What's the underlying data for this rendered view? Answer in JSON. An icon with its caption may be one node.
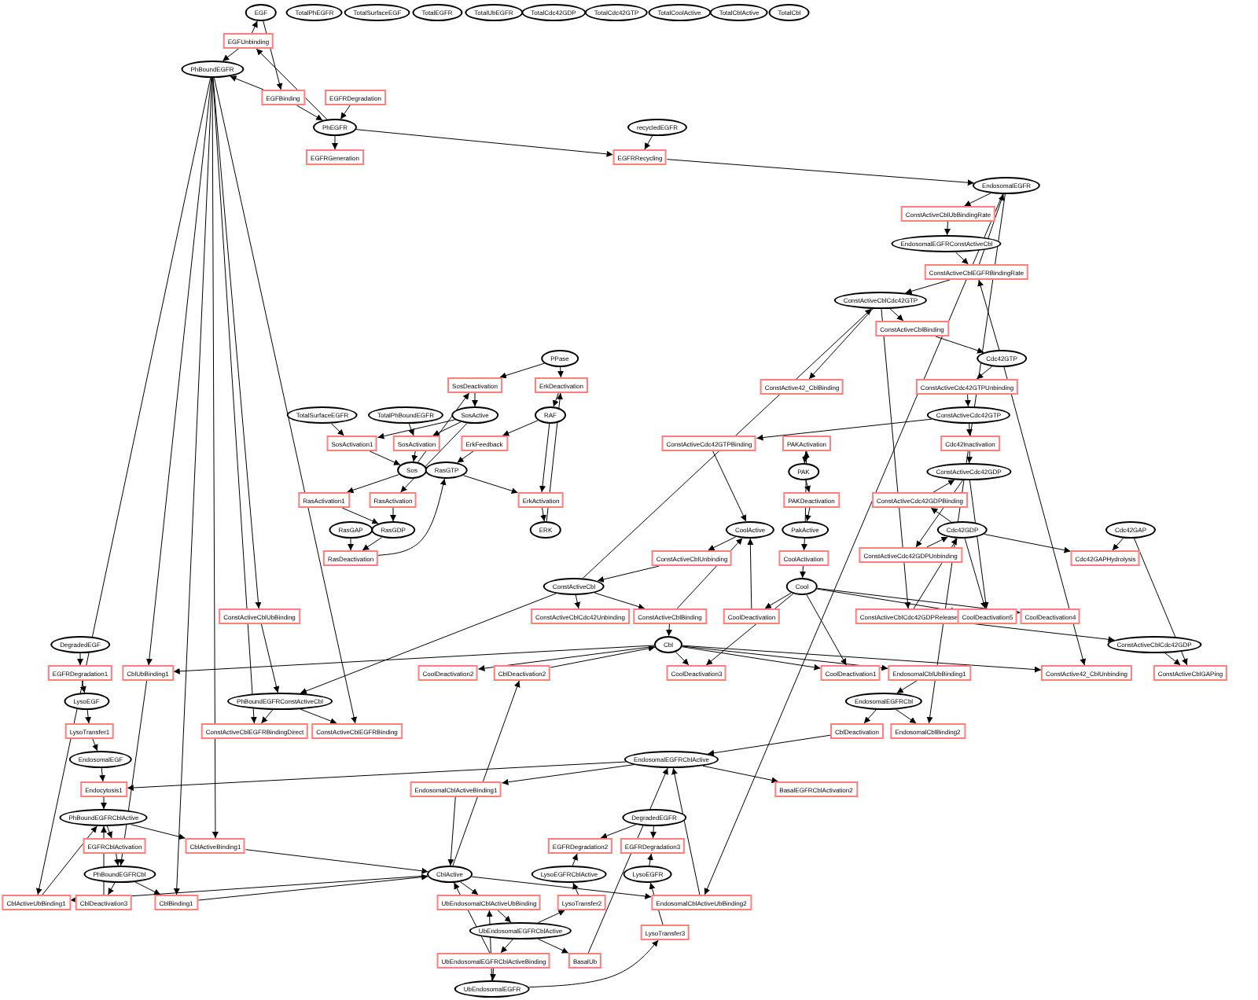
{
  "diagram": {
    "nodes": [
      {
        "text": [
          "EGF"
        ]
      },
      {
        "text": [
          "TotalPhEGFR"
        ]
      },
      {
        "text": [
          "TotalSurfaceEGF"
        ]
      },
      {
        "text": [
          "TotalEGFR"
        ]
      },
      {
        "text": [
          "TotalUbEGFR"
        ]
      },
      {
        "text": [
          "TotalCdc42GDP"
        ]
      },
      {
        "text": [
          "TotalCdc42GTP"
        ]
      },
      {
        "text": [
          "TotalCoolActive"
        ]
      },
      {
        "text": [
          "TotalCblActive"
        ]
      },
      {
        "text": [
          "TotalCbl"
        ]
      },
      {
        "text": [
          "EGFUnbinding"
        ]
      },
      {
        "text": [
          "PhBoundEGFR"
        ]
      },
      {
        "text": [
          "EGFBinding"
        ]
      },
      {
        "text": [
          "EGFRDegradation"
        ]
      },
      {
        "text": [
          "PhEGFR"
        ]
      },
      {
        "text": [
          "EGFRGeneration"
        ]
      },
      {
        "text": [
          "recycledEGFR"
        ]
      },
      {
        "text": [
          "EGFRRecycling"
        ]
      },
      {
        "text": [
          "EndosomalEGFR"
        ]
      },
      {
        "text": [
          "ConstActiveCblUbBindingRate"
        ]
      },
      {
        "text": [
          "EndosomalEGFRConstActiveCbl"
        ]
      },
      {
        "text": [
          "ConstActiveCblEGFRBindingRate"
        ]
      },
      {
        "text": [
          "ConstActiveCblCdc42GTP"
        ]
      },
      {
        "text": [
          "ConstActiveCblBinding"
        ]
      },
      {
        "text": [
          "PPase"
        ]
      },
      {
        "text": [
          "Cdc42GTP"
        ]
      },
      {
        "text": [
          "SosDeactivation"
        ]
      },
      {
        "text": [
          "ErkDeactivation"
        ]
      },
      {
        "text": [
          "ConstActive42_CblBinding"
        ]
      },
      {
        "text": [
          "ConstActiveCdc42GTPUnbinding"
        ]
      },
      {
        "text": [
          "TotalSurfaceEGFR"
        ]
      },
      {
        "text": [
          "TotalPhBoundEGFR"
        ]
      },
      {
        "text": [
          "SosActive"
        ]
      },
      {
        "text": [
          "RAF"
        ]
      },
      {
        "text": [
          "ConstActiveCdc42GTP"
        ]
      },
      {
        "text": [
          "SosActivation1"
        ]
      },
      {
        "text": [
          "SosActivation"
        ]
      },
      {
        "text": [
          "ErkFeedback"
        ]
      },
      {
        "text": [
          "ConstActiveCdc42GTPBinding"
        ]
      },
      {
        "text": [
          "PAKActivation"
        ]
      },
      {
        "text": [
          "Cdc42Inactivation"
        ]
      },
      {
        "text": [
          "Sos"
        ]
      },
      {
        "text": [
          "RasGTP"
        ]
      },
      {
        "text": [
          "PAK"
        ]
      },
      {
        "text": [
          "ConstActiveCdc42GDP"
        ]
      },
      {
        "text": [
          "RasActivation1"
        ]
      },
      {
        "text": [
          "RasActivation"
        ]
      },
      {
        "text": [
          "ErkActivation"
        ]
      },
      {
        "text": [
          "PAKDeactivation"
        ]
      },
      {
        "text": [
          "ConstActiveCdc42GDPBinding"
        ]
      },
      {
        "text": [
          "RasGAP"
        ]
      },
      {
        "text": [
          "RasGDP"
        ]
      },
      {
        "text": [
          "ERK"
        ]
      },
      {
        "text": [
          "CoolActive"
        ]
      },
      {
        "text": [
          "PakActive"
        ]
      },
      {
        "text": [
          "Cdc42GDP"
        ]
      },
      {
        "text": [
          "Cdc42GAP"
        ]
      },
      {
        "text": [
          "RasDeactivation"
        ]
      },
      {
        "text": [
          "ConstActiveCblUnbinding"
        ]
      },
      {
        "text": [
          "CoolActivation"
        ]
      },
      {
        "text": [
          "ConstActiveCdc42GDPUnbinding"
        ]
      },
      {
        "text": [
          "Cdc42GAPHydrolysis"
        ]
      },
      {
        "text": [
          "ConstActiveCbl"
        ]
      },
      {
        "text": [
          "Cool"
        ]
      },
      {
        "text": [
          "ConstActiveCblUbBinding"
        ]
      },
      {
        "text": [
          "ConstActiveCblCdc42Unbinding"
        ]
      },
      {
        "text": [
          "ConstActiveCblBinding"
        ]
      },
      {
        "text": [
          "CoolDeactivation"
        ]
      },
      {
        "text": [
          "ConstActiveCblCdc42GDPRelease"
        ]
      },
      {
        "text": [
          "CoolDeactivation5"
        ]
      },
      {
        "text": [
          "CoolDeactivation4"
        ]
      },
      {
        "text": [
          "DegradedEGF"
        ]
      },
      {
        "text": [
          "Cbl"
        ]
      },
      {
        "text": [
          "ConstActiveCblCdc42GDP"
        ]
      },
      {
        "text": [
          "EGFRDegradation1"
        ]
      },
      {
        "text": [
          "CblUbBinding1"
        ]
      },
      {
        "text": [
          "CoolDeactivation2"
        ]
      },
      {
        "text": [
          "CblDeactivation2"
        ]
      },
      {
        "text": [
          "CoolDeactivation3"
        ]
      },
      {
        "text": [
          "CoolDeactivation1"
        ]
      },
      {
        "text": [
          "EndosomalCblUbBinding1"
        ]
      },
      {
        "text": [
          "ConstActive42_CblUnbinding"
        ]
      },
      {
        "text": [
          "ConstActiveCblGAPing"
        ]
      },
      {
        "text": [
          "LysoEGF"
        ]
      },
      {
        "text": [
          "PhBoundEGFRConstActiveCbl"
        ]
      },
      {
        "text": [
          "EndosomalEGFRCbl"
        ]
      },
      {
        "text": [
          "LysoTransfer1"
        ]
      },
      {
        "text": [
          "ConstActiveCblEGFRBindingDirect"
        ]
      },
      {
        "text": [
          "ConstActiveCblEGFRBinding"
        ]
      },
      {
        "text": [
          "CblDeactivation"
        ]
      },
      {
        "text": [
          "EndosomalCblBinding2"
        ]
      },
      {
        "text": [
          "EndosomalEGF"
        ]
      },
      {
        "text": [
          "EndosomalEGFRCblActive"
        ]
      },
      {
        "text": [
          "Endocytosis1"
        ]
      },
      {
        "text": [
          "EndosomalCblActiveBinding1"
        ]
      },
      {
        "text": [
          "BasalEGFRCblActivation2"
        ]
      },
      {
        "text": [
          "PhBoundEGFRCblActive"
        ]
      },
      {
        "text": [
          "DegradedEGFR"
        ]
      },
      {
        "text": [
          "EGFRCblActivation"
        ]
      },
      {
        "text": [
          "CblActiveBinding1"
        ]
      },
      {
        "text": [
          "EGFRDegradation2"
        ]
      },
      {
        "text": [
          "EGFRDegradation3"
        ]
      },
      {
        "text": [
          "PhBoundEGFRCbl"
        ]
      },
      {
        "text": [
          "CblActive"
        ]
      },
      {
        "text": [
          "LysoEGFRCblActive"
        ]
      },
      {
        "text": [
          "LysoEGFR"
        ]
      },
      {
        "text": [
          "CblActiveUbBinding1"
        ]
      },
      {
        "text": [
          "CblDeactivation3"
        ]
      },
      {
        "text": [
          "CblBinding1"
        ]
      },
      {
        "text": [
          "UbEndosomalCblActiveUbBinding"
        ]
      },
      {
        "text": [
          "LysoTransfer2"
        ]
      },
      {
        "text": [
          "EndosomalCblActiveUbBinding2"
        ]
      },
      {
        "text": [
          "UbEndosomalEGFRCblActive"
        ]
      },
      {
        "text": [
          "LysoTransfer3"
        ]
      },
      {
        "text": [
          "UbEndosomalEGFRCblActiveBinding"
        ]
      },
      {
        "text": [
          "BasalUb"
        ]
      },
      {
        "text": [
          "UbEndosomalEGFR"
        ]
      }
    ],
    "edges": [
      {
        "from": 10,
        "to": 11,
        "arrow": "to"
      },
      {
        "from": 10,
        "to": 0,
        "arrow": "to"
      },
      {
        "from": 14,
        "to": 10,
        "arrow": "to"
      },
      {
        "from": 0,
        "to": 12,
        "arrow": "to"
      },
      {
        "from": 12,
        "to": 11,
        "arrow": "to"
      },
      {
        "from": 12,
        "to": 14,
        "arrow": "to"
      },
      {
        "from": 13,
        "to": 14,
        "arrow": "to"
      },
      {
        "from": 14,
        "to": 15,
        "arrow": "to"
      },
      {
        "from": 14,
        "to": 17,
        "arrow": "to"
      },
      {
        "from": 16,
        "to": 17,
        "arrow": "to"
      },
      {
        "from": 17,
        "to": 18,
        "arrow": "to"
      },
      {
        "from": 18,
        "to": 19,
        "arrow": "to"
      },
      {
        "from": 19,
        "to": 20,
        "arrow": "to"
      },
      {
        "from": 20,
        "to": 21,
        "arrow": "to"
      },
      {
        "from": 21,
        "to": 18,
        "arrow": "to"
      },
      {
        "from": 21,
        "to": 22,
        "arrow": "to"
      },
      {
        "from": 25,
        "to": 21,
        "arrow": "to"
      },
      {
        "from": 22,
        "to": 23,
        "arrow": "to"
      },
      {
        "from": 23,
        "to": 25,
        "arrow": "to"
      },
      {
        "from": 25,
        "to": 29,
        "arrow": "to"
      },
      {
        "from": 29,
        "to": 34,
        "arrow": "to"
      },
      {
        "from": 34,
        "to": 40,
        "arrow": "to"
      },
      {
        "from": 40,
        "to": 44,
        "arrow": "to"
      },
      {
        "from": 55,
        "to": 49,
        "arrow": "to"
      },
      {
        "from": 49,
        "to": 44,
        "arrow": "to"
      },
      {
        "from": 44,
        "to": 60,
        "arrow": "to"
      },
      {
        "from": 60,
        "to": 55,
        "arrow": "to"
      },
      {
        "from": 55,
        "to": 61,
        "arrow": "to"
      },
      {
        "from": 56,
        "to": 61,
        "arrow": "to"
      },
      {
        "from": 68,
        "to": 55,
        "arrow": "to"
      },
      {
        "from": 68,
        "to": 73,
        "arrow": "to"
      },
      {
        "from": 73,
        "to": 82,
        "arrow": "to"
      },
      {
        "from": 56,
        "to": 82,
        "arrow": "to"
      },
      {
        "from": 22,
        "to": 28,
        "arrow": "to"
      },
      {
        "from": 34,
        "to": 38,
        "arrow": "to"
      },
      {
        "from": 38,
        "to": 53,
        "arrow": "to"
      },
      {
        "from": 39,
        "to": 43,
        "arrow": "to"
      },
      {
        "from": 43,
        "to": 48,
        "arrow": "to"
      },
      {
        "from": 48,
        "to": 54,
        "arrow": "to"
      },
      {
        "from": 54,
        "to": 39,
        "arrow": "to"
      },
      {
        "from": 54,
        "to": 59,
        "arrow": "to"
      },
      {
        "from": 59,
        "to": 63,
        "arrow": "to"
      },
      {
        "from": 53,
        "to": 58,
        "arrow": "to"
      },
      {
        "from": 58,
        "to": 62,
        "arrow": "to"
      },
      {
        "from": 62,
        "to": 65,
        "arrow": "to"
      },
      {
        "from": 62,
        "to": 66,
        "arrow": "to"
      },
      {
        "from": 66,
        "to": 53,
        "arrow": "to"
      },
      {
        "from": 63,
        "to": 67,
        "arrow": "to"
      },
      {
        "from": 67,
        "to": 53,
        "arrow": "to"
      },
      {
        "from": 62,
        "to": 22,
        "arrow": "to"
      },
      {
        "from": 63,
        "to": 78,
        "arrow": "to"
      },
      {
        "from": 63,
        "to": 79,
        "arrow": "to"
      },
      {
        "from": 63,
        "to": 69,
        "arrow": "to"
      },
      {
        "from": 63,
        "to": 70,
        "arrow": "to"
      },
      {
        "from": 72,
        "to": 78,
        "arrow": "to"
      },
      {
        "from": 72,
        "to": 76,
        "arrow": "to"
      },
      {
        "from": 72,
        "to": 79,
        "arrow": "to"
      },
      {
        "from": 72,
        "to": 81,
        "arrow": "to"
      },
      {
        "from": 72,
        "to": 75,
        "arrow": "to"
      },
      {
        "from": 66,
        "to": 72,
        "arrow": "to"
      },
      {
        "from": 103,
        "to": 77,
        "arrow": "to"
      },
      {
        "from": 77,
        "to": 72,
        "arrow": "to"
      },
      {
        "from": 75,
        "to": 102,
        "arrow": "to"
      },
      {
        "from": 71,
        "to": 74,
        "arrow": "to"
      },
      {
        "from": 74,
        "to": 83,
        "arrow": "to"
      },
      {
        "from": 83,
        "to": 86,
        "arrow": "to"
      },
      {
        "from": 86,
        "to": 91,
        "arrow": "to"
      },
      {
        "from": 91,
        "to": 93,
        "arrow": "to"
      },
      {
        "from": 93,
        "to": 96,
        "arrow": "to"
      },
      {
        "from": 92,
        "to": 93,
        "arrow": "to"
      },
      {
        "from": 96,
        "to": 98,
        "arrow": "to"
      },
      {
        "from": 98,
        "to": 102,
        "arrow": "to"
      },
      {
        "from": 96,
        "to": 99,
        "arrow": "to"
      },
      {
        "from": 99,
        "to": 103,
        "arrow": "to"
      },
      {
        "from": 102,
        "to": 107,
        "arrow": "to"
      },
      {
        "from": 102,
        "to": 108,
        "arrow": "to"
      },
      {
        "from": 107,
        "to": 96,
        "arrow": "to"
      },
      {
        "from": 106,
        "to": 96,
        "arrow": "to"
      },
      {
        "from": 103,
        "to": 106,
        "arrow": "to"
      },
      {
        "from": 108,
        "to": 103,
        "arrow": "to"
      },
      {
        "from": 11,
        "to": 106,
        "arrow": "to"
      },
      {
        "from": 11,
        "to": 75,
        "arrow": "to"
      },
      {
        "from": 11,
        "to": 108,
        "arrow": "to"
      },
      {
        "from": 11,
        "to": 99,
        "arrow": "to"
      },
      {
        "from": 11,
        "to": 64,
        "arrow": "to"
      },
      {
        "from": 11,
        "to": 88,
        "arrow": "to"
      },
      {
        "from": 11,
        "to": 87,
        "arrow": "to"
      },
      {
        "from": 64,
        "to": 84,
        "arrow": "to"
      },
      {
        "from": 84,
        "to": 87,
        "arrow": "to"
      },
      {
        "from": 84,
        "to": 88,
        "arrow": "to"
      },
      {
        "from": 62,
        "to": 84,
        "arrow": "to"
      },
      {
        "from": 30,
        "to": 35,
        "arrow": "to"
      },
      {
        "from": 31,
        "to": 36,
        "arrow": "to"
      },
      {
        "from": 32,
        "to": 35,
        "arrow": "to"
      },
      {
        "from": 32,
        "to": 36,
        "arrow": "to"
      },
      {
        "from": 35,
        "to": 41,
        "arrow": "to"
      },
      {
        "from": 36,
        "to": 41,
        "arrow": "to"
      },
      {
        "from": 24,
        "to": 26,
        "arrow": "to"
      },
      {
        "from": 26,
        "to": 32,
        "arrow": "to"
      },
      {
        "from": 41,
        "to": 26,
        "arrow": "to"
      },
      {
        "from": 33,
        "to": 37,
        "arrow": "to"
      },
      {
        "from": 37,
        "to": 42,
        "arrow": "to"
      },
      {
        "from": 41,
        "to": 45,
        "arrow": "to"
      },
      {
        "from": 32,
        "to": 46,
        "arrow": "to"
      },
      {
        "from": 45,
        "to": 51,
        "arrow": "to"
      },
      {
        "from": 46,
        "to": 51,
        "arrow": "to"
      },
      {
        "from": 51,
        "to": 57,
        "arrow": "to"
      },
      {
        "from": 50,
        "to": 57,
        "arrow": "to"
      },
      {
        "from": 57,
        "to": 42,
        "arrow": "to"
      },
      {
        "from": 24,
        "to": 27,
        "arrow": "to"
      },
      {
        "from": 27,
        "to": 33,
        "arrow": "to"
      },
      {
        "from": 33,
        "to": 47,
        "arrow": "to"
      },
      {
        "from": 42,
        "to": 47,
        "arrow": "to"
      },
      {
        "from": 47,
        "to": 52,
        "arrow": "to"
      },
      {
        "from": 52,
        "to": 27,
        "arrow": "to"
      },
      {
        "from": 22,
        "to": 68,
        "arrow": "to"
      },
      {
        "from": 18,
        "to": 111,
        "arrow": "to"
      },
      {
        "from": 18,
        "to": 90,
        "arrow": "to"
      },
      {
        "from": 80,
        "to": 85,
        "arrow": "to"
      },
      {
        "from": 85,
        "to": 89,
        "arrow": "to"
      },
      {
        "from": 85,
        "to": 90,
        "arrow": "to"
      },
      {
        "from": 89,
        "to": 92,
        "arrow": "to"
      },
      {
        "from": 92,
        "to": 95,
        "arrow": "to"
      },
      {
        "from": 92,
        "to": 94,
        "arrow": "to"
      },
      {
        "from": 94,
        "to": 103,
        "arrow": "to"
      },
      {
        "from": 111,
        "to": 92,
        "arrow": "to"
      },
      {
        "from": 115,
        "to": 92,
        "arrow": "to"
      },
      {
        "from": 103,
        "to": 109,
        "arrow": "to"
      },
      {
        "from": 103,
        "to": 111,
        "arrow": "to"
      },
      {
        "from": 109,
        "to": 112,
        "arrow": "to"
      },
      {
        "from": 112,
        "to": 110,
        "arrow": "to"
      },
      {
        "from": 110,
        "to": 104,
        "arrow": "to"
      },
      {
        "from": 97,
        "to": 100,
        "arrow": "to"
      },
      {
        "from": 97,
        "to": 101,
        "arrow": "to"
      },
      {
        "from": 104,
        "to": 100,
        "arrow": "to"
      },
      {
        "from": 105,
        "to": 101,
        "arrow": "to"
      },
      {
        "from": 113,
        "to": 105,
        "arrow": "to"
      },
      {
        "from": 116,
        "to": 113,
        "arrow": "to"
      },
      {
        "from": 112,
        "to": 114,
        "arrow": "to"
      },
      {
        "from": 112,
        "to": 115,
        "arrow": "to"
      },
      {
        "from": 114,
        "to": 116,
        "arrow": "to"
      },
      {
        "from": 116,
        "to": 109,
        "arrow": "to"
      },
      {
        "from": 114,
        "to": 103,
        "arrow": "to"
      },
      {
        "from": 55,
        "to": 69,
        "arrow": "to"
      },
      {
        "from": 44,
        "to": 69,
        "arrow": "to"
      },
      {
        "from": 25,
        "to": 81,
        "arrow": "to"
      },
      {
        "from": 72,
        "to": 80,
        "arrow": "to"
      }
    ]
  }
}
